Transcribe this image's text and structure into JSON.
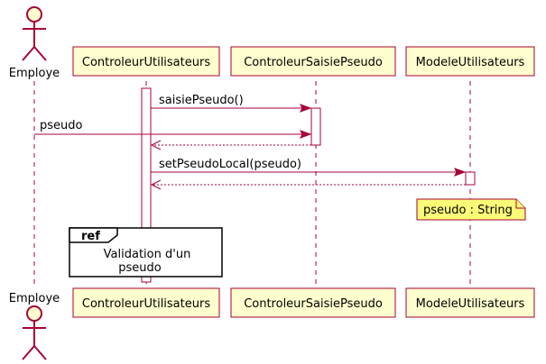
{
  "participants": {
    "employe": "Employe",
    "controleur_utilisateurs": "ControleurUtilisateurs",
    "controleur_saisie_pseudo": "ControleurSaisiePseudo",
    "modele_utilisateurs": "ModeleUtilisateurs"
  },
  "messages": [
    {
      "from": "ControleurUtilisateurs",
      "to": "ControleurSaisiePseudo",
      "label": "saisiePseudo()",
      "kind": "call"
    },
    {
      "from": "Employe",
      "to": "ControleurSaisiePseudo",
      "label": "pseudo",
      "kind": "call"
    },
    {
      "from": "ControleurSaisiePseudo",
      "to": "ControleurUtilisateurs",
      "label": "",
      "kind": "return"
    },
    {
      "from": "ControleurUtilisateurs",
      "to": "ModeleUtilisateurs",
      "label": "setPseudoLocal(pseudo)",
      "kind": "call"
    },
    {
      "from": "ModeleUtilisateurs",
      "to": "ControleurUtilisateurs",
      "label": "",
      "kind": "return"
    }
  ],
  "note": {
    "text": "pseudo : String"
  },
  "ref": {
    "tag": "ref",
    "line1": "Validation d'un",
    "line2": "pseudo"
  },
  "colors": {
    "border": "#a80036",
    "participant_fill": "#fefece",
    "note_fill": "#fbfb77"
  }
}
